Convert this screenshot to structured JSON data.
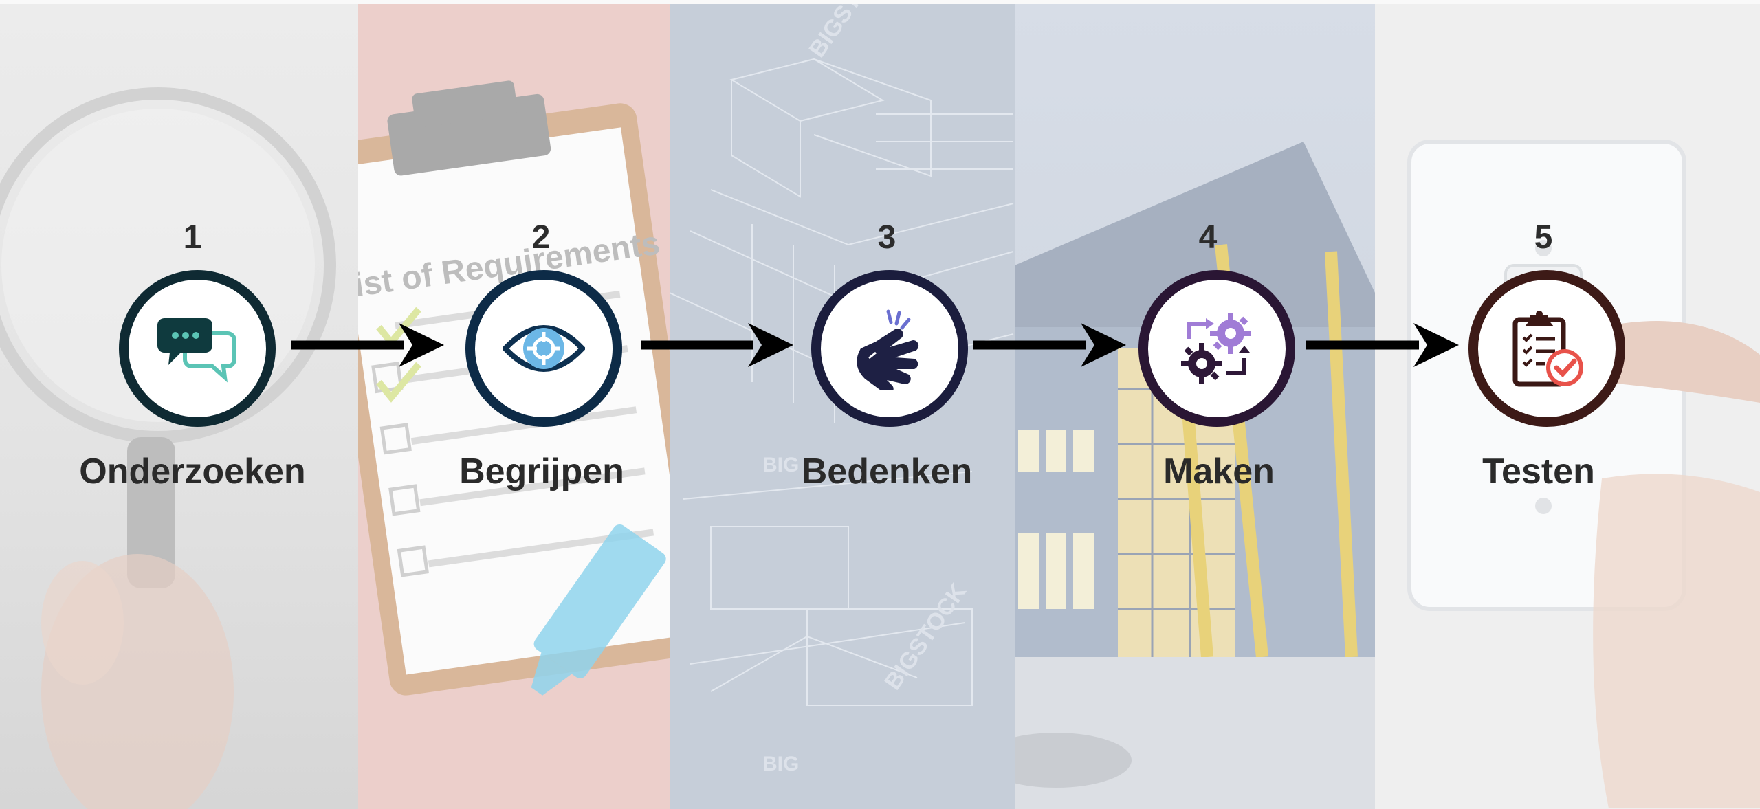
{
  "steps": [
    {
      "number": "1",
      "label": "Onderzoeken",
      "icon": "chat-bubbles-icon",
      "ring_color": "#0f2a33",
      "icon_color": "#0f3a3e",
      "accent_color": "#5bc4b5"
    },
    {
      "number": "2",
      "label": "Begrijpen",
      "icon": "eye-target-icon",
      "ring_color": "#0d2b47",
      "icon_color": "#0d3050",
      "accent_color": "#6cb7e6"
    },
    {
      "number": "3",
      "label": "Bedenken",
      "icon": "finger-snap-icon",
      "ring_color": "#1b1d3d",
      "icon_color": "#1e2044",
      "accent_color": "#6a6fd0"
    },
    {
      "number": "4",
      "label": "Maken",
      "icon": "gears-cycle-icon",
      "ring_color": "#2a1634",
      "icon_color": "#2e1838",
      "accent_color": "#a07cd6"
    },
    {
      "number": "5",
      "label": "Testen",
      "icon": "clipboard-check-icon",
      "ring_color": "#3d1a17",
      "icon_color": "#3b1815",
      "accent_color": "#e8524a"
    }
  ],
  "background_texts": {
    "clipboard": "List of Requirements",
    "watermark_1": "BIGSTOCK",
    "watermark_2": "BIG",
    "watermark_3": "BIGSTOCK",
    "watermark_4": "BIG"
  }
}
